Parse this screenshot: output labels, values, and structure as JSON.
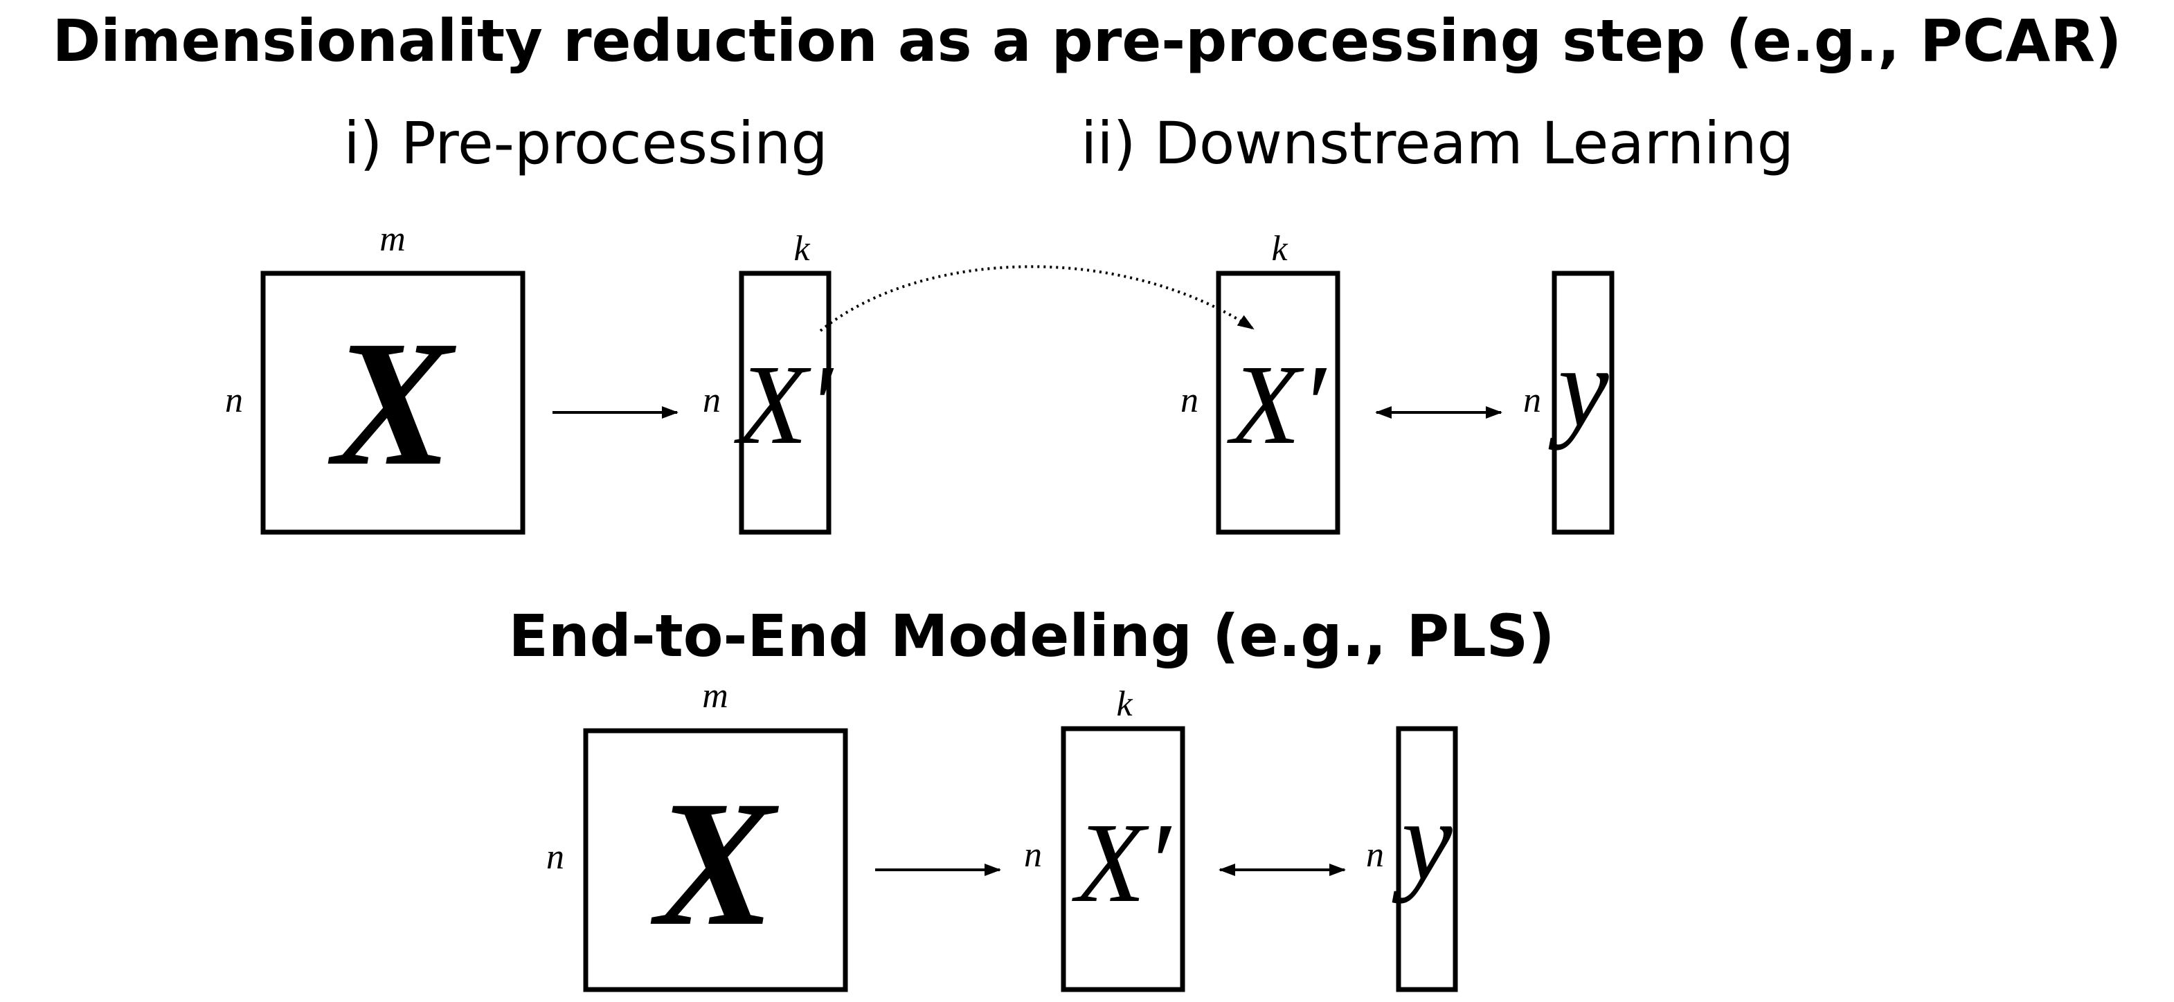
{
  "title_top": "Dimensionality reduction as a pre-processing step (e.g., PCAR)",
  "step_labels": {
    "preprocessing": "i) Pre-processing",
    "downstream": "ii) Downstream Learning"
  },
  "title_bottom": "End-to-End Modeling (e.g., PLS)",
  "symbols": {
    "X": "X",
    "X_prime": "X′",
    "y": "y",
    "n": "n",
    "m": "m",
    "k": "k"
  }
}
